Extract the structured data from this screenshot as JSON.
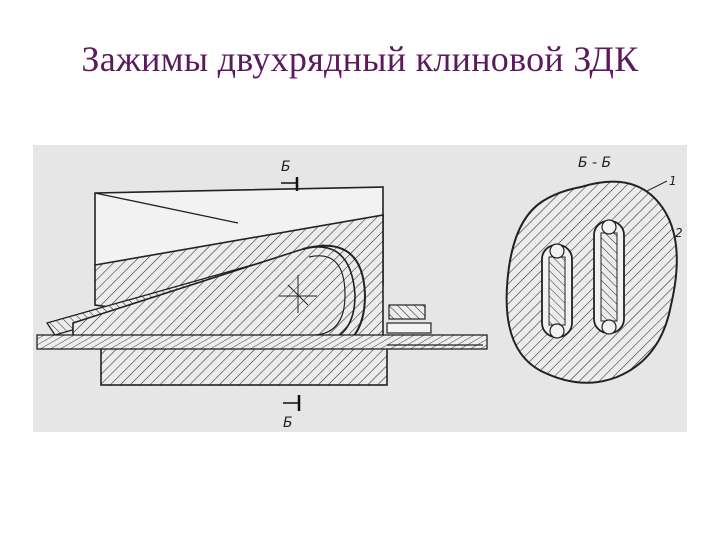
{
  "slide": {
    "title": "Зажимы двухрядный клиновой ЗДК"
  },
  "drawing": {
    "section_label_top": "Б",
    "section_label_bottom": "Б",
    "section_view_label": "Б - Б",
    "callout_1": "1",
    "callout_2": "2"
  },
  "colors": {
    "title": "#5b1a5e",
    "drawing_background": "#e6e6e6",
    "ink": "#222222"
  }
}
